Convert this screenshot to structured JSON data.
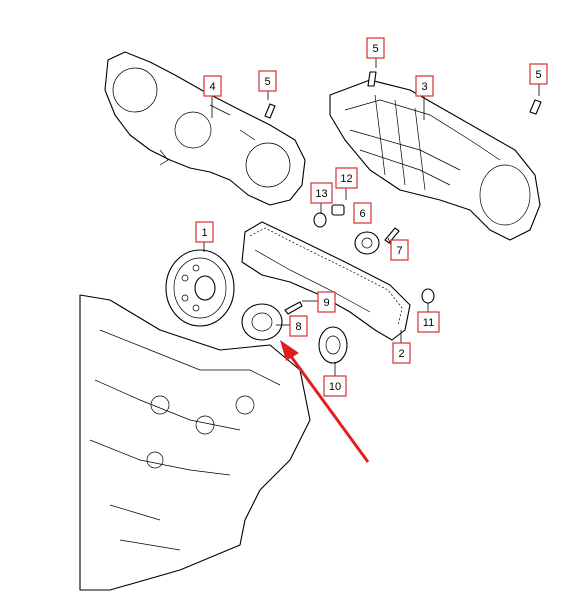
{
  "diagram": {
    "callouts": [
      {
        "id": "1",
        "label": "1"
      },
      {
        "id": "2",
        "label": "2"
      },
      {
        "id": "3",
        "label": "3"
      },
      {
        "id": "4",
        "label": "4"
      },
      {
        "id": "5a",
        "label": "5"
      },
      {
        "id": "5b",
        "label": "5"
      },
      {
        "id": "5c",
        "label": "5"
      },
      {
        "id": "6",
        "label": "6"
      },
      {
        "id": "7",
        "label": "7"
      },
      {
        "id": "8",
        "label": "8"
      },
      {
        "id": "9",
        "label": "9"
      },
      {
        "id": "10",
        "label": "10"
      },
      {
        "id": "11",
        "label": "11"
      },
      {
        "id": "12",
        "label": "12"
      },
      {
        "id": "13",
        "label": "13"
      }
    ],
    "colors": {
      "callout_border": "#d43030",
      "arrow": "#e02020",
      "line": "#000000"
    }
  }
}
